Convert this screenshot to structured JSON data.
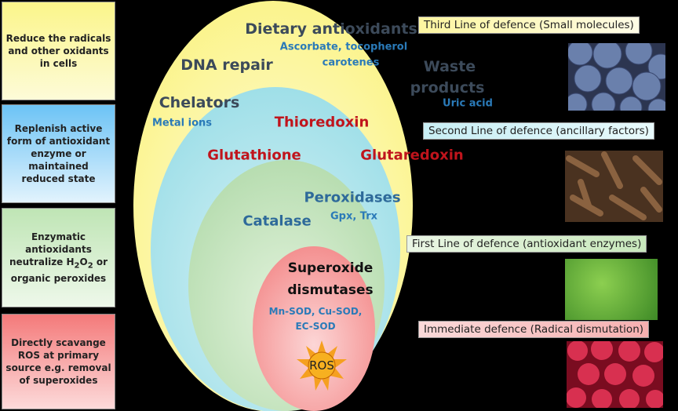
{
  "left_boxes": [
    {
      "text": "Reduce the radicals and other oxidants in cells",
      "color": "#fbf7a0"
    },
    {
      "text": "Replenish active form of antioxidant enzyme or maintained reduced state",
      "color": "#8fd0f5"
    },
    {
      "text_before": "Enzymatic antioxidants neutralize H",
      "sub1": "2",
      "mid": "O",
      "sub2": "2",
      "text_after": " or organic peroxides",
      "color": "#c8e8c0"
    },
    {
      "text": "Directly scavange ROS at primary source e.g. removal of superoxides",
      "color": "#f59090"
    }
  ],
  "circles": {
    "third": {
      "title": "Dietary antioxidants",
      "sub1": "Ascorbate, tocopherol",
      "sub2": "carotenes",
      "dna": "DNA repair",
      "waste1": "Waste",
      "waste2": "products",
      "uric": "Uric acid",
      "chelators": "Chelators",
      "metal": "Metal ions"
    },
    "second": {
      "thioredoxin": "Thioredoxin",
      "glutathione": "Glutathione",
      "glutaredoxin": "Glutaredoxin"
    },
    "first": {
      "peroxidases": "Peroxidases",
      "gpx": "Gpx, Trx",
      "catalase": "Catalase"
    },
    "immediate": {
      "title1": "Superoxide",
      "title2": "dismutases",
      "sub1": "Mn-SOD, Cu-SOD,",
      "sub2": "EC-SOD",
      "ros": "ROS"
    }
  },
  "defence_labels": [
    "Third Line of defence (Small molecules)",
    "Second Line of defence (ancillary factors)",
    "First Line of defence  (antioxidant enzymes)",
    "Immediate defence (Radical dismutation)"
  ],
  "photos": [
    "blueberries",
    "cloves",
    "green-plant",
    "raspberries"
  ]
}
